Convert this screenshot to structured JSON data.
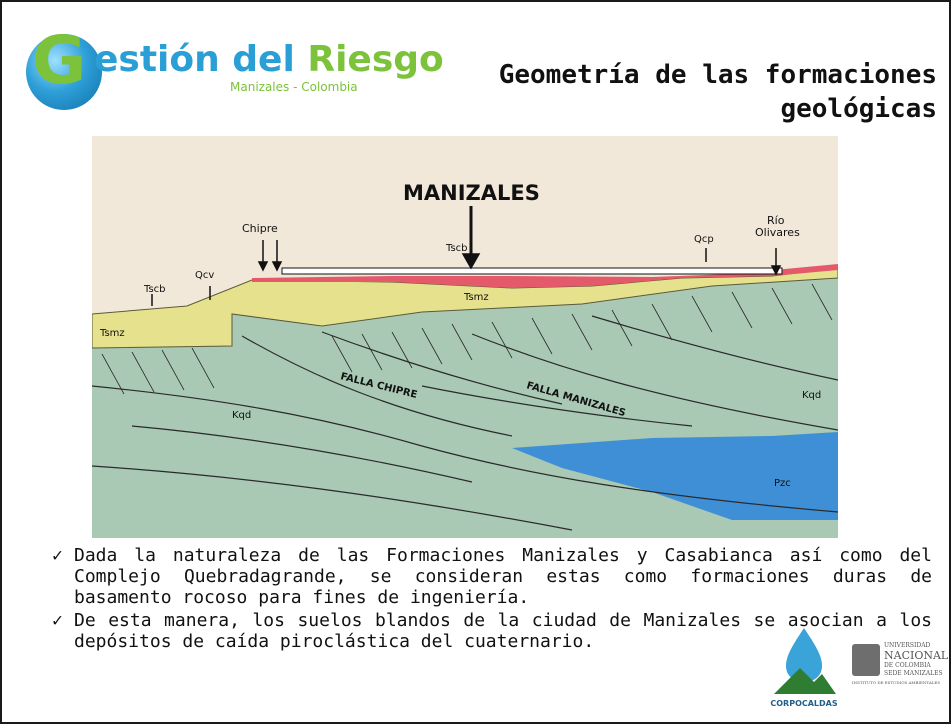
{
  "logo": {
    "initial": "G",
    "word1": "estión del",
    "word2": " Riesgo",
    "subtitle": "Manizales - Colombia"
  },
  "title": {
    "line1": "Geometría de las formaciones",
    "line2": "geológicas"
  },
  "diagram": {
    "main_label": "MANIZALES",
    "labels": {
      "chipre": "Chipre",
      "rio": "Río",
      "olivares": "Olivares",
      "tscb_top": "Tscb",
      "qcp": "Qcp",
      "qcv": "Qcv",
      "tscb_left": "Tscb",
      "tsmz_left": "Tsmz",
      "tsmz_center": "Tsmz",
      "falla_chipre": "FALLA CHIPRE",
      "falla_manizales": "FALLA MANIZALES",
      "kqd_left": "Kqd",
      "kqd_right": "Kqd",
      "pzc": "Pzc"
    },
    "colors": {
      "basement": "#a9c9b4",
      "tsmz": "#e6e18c",
      "red_layer": "#e55a6a",
      "blue_body": "#3f8fd6",
      "background": "#f1e8da"
    }
  },
  "bullets": [
    "Dada la naturaleza de las Formaciones Manizales y Casabianca así como del Complejo Quebradagrande, se consideran estas como formaciones duras de basamento rocoso para fines de ingeniería.",
    "De esta manera, los suelos blandos de la ciudad de Manizales se asocian a los depósitos de caída piroclástica del cuaternario."
  ],
  "check_glyph": "✓",
  "footer_logos": {
    "corpocaldas": "CORPOCALDAS",
    "unal": {
      "line1": "UNIVERSIDAD",
      "line2": "NACIONAL",
      "line3": "DE COLOMBIA",
      "line4": "SEDE MANIZALES",
      "line5": "INSTITUTO DE ESTUDIOS AMBIENTALES"
    }
  }
}
